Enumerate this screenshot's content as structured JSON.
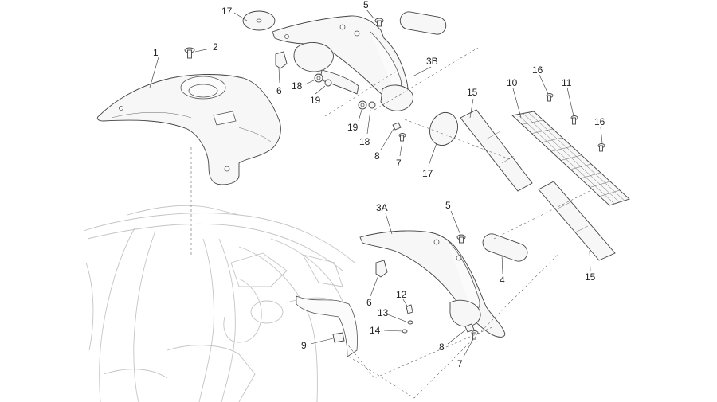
{
  "callouts": {
    "c1": "1",
    "c2": "2",
    "c17a": "17",
    "c5a": "5",
    "c3b": "3B",
    "c6a": "6",
    "c18a": "18",
    "c19a": "19",
    "c19b": "19",
    "c18b": "18",
    "c8a": "8",
    "c7a": "7",
    "c17b": "17",
    "c15a": "15",
    "c10": "10",
    "c16a": "16",
    "c11": "11",
    "c16b": "16",
    "c3a": "3A",
    "c5b": "5",
    "c4": "4",
    "c15b": "15",
    "c6b": "6",
    "c12": "12",
    "c13": "13",
    "c14": "14",
    "c9": "9",
    "c8b": "8",
    "c7b": "7"
  }
}
